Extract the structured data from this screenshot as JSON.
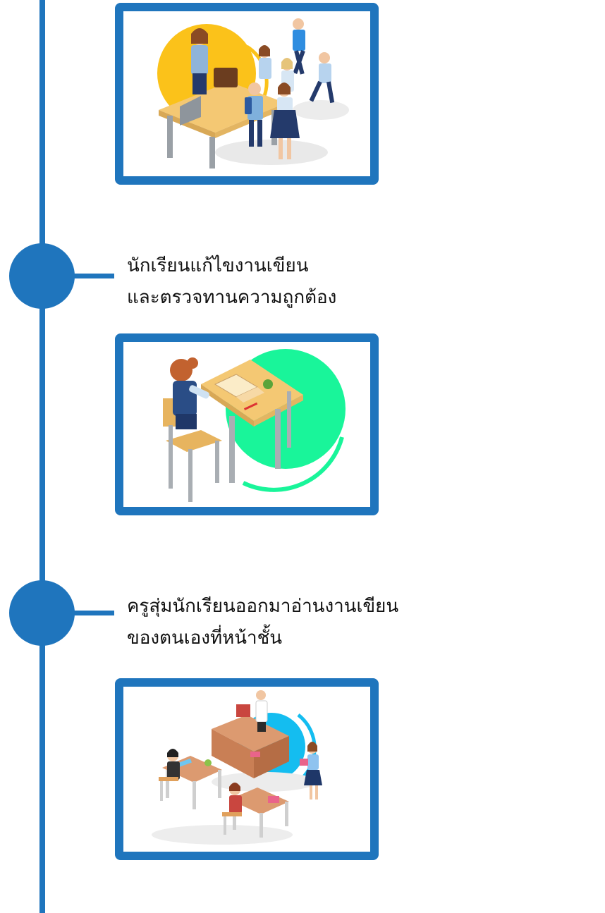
{
  "colors": {
    "accent": "#1f75bd",
    "yellow": "#fbc21a",
    "green": "#19f59a",
    "cyan": "#14bdf0"
  },
  "steps": [
    {
      "illustration": "teacher-greeting-students-illustration",
      "lines": []
    },
    {
      "illustration": "student-writing-at-desk-illustration",
      "lines": [
        "นักเรียนแก้ไขงานเขียน",
        "และตรวจทานความถูกต้อง"
      ]
    },
    {
      "illustration": "student-reading-in-front-of-class-illustration",
      "lines": [
        "ครูสุ่มนักเรียนออกมาอ่านงานเขียน",
        "ของตนเองที่หน้าชั้น"
      ]
    }
  ]
}
